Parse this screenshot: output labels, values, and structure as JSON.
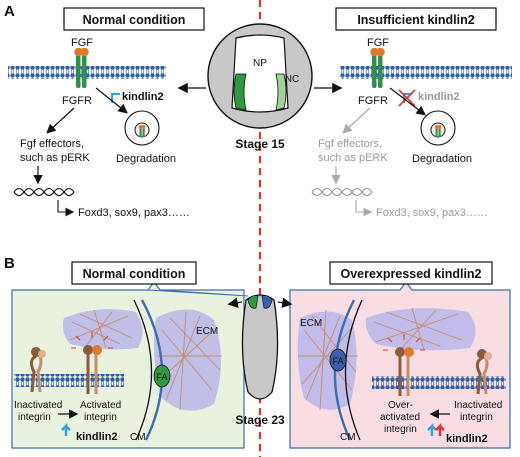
{
  "panelA": {
    "letter": "A",
    "left_title": "Normal condition",
    "right_title": "Insufficient kindlin2",
    "fgf": "FGF",
    "fgfr": "FGFR",
    "kindlin2": "kindlin2",
    "effectors_line1": "Fgf effectors,",
    "effectors_line2": "such as pERK",
    "degradation": "Degradation",
    "genes": "Foxd3, sox9, pax3……",
    "stage": "Stage 15",
    "np": "NP",
    "nc": "NC"
  },
  "panelB": {
    "letter": "B",
    "left_title": "Normal condition",
    "right_title": "Overexpressed kindlin2",
    "ecm": "ECM",
    "fa": "FA",
    "cm": "CM",
    "stage": "Stage 23",
    "inactivated_1": "Inactivated",
    "inactivated_2": "integrin",
    "activated_1": "Activated",
    "activated_2": "integrin",
    "overactivated_1": "Over-",
    "overactivated_2": "activated",
    "overactivated_3": "integrin",
    "kindlin2": "kindlin2"
  },
  "colors": {
    "dashed_line": "#e0332b",
    "membrane": "#3a6fb0",
    "receptor": "#2f8f4e",
    "ligand": "#e07a28",
    "kindlin_blue": "#2fa3e0",
    "kindlin_red": "#e0332b",
    "green_box": "#e9f2df",
    "pink_box": "#f8dde3",
    "purple_cell": "#b7b6ea",
    "ecm_line": "#c98a6a",
    "fa_green": "#2e9a3e",
    "fa_blue": "#3a5fb0"
  }
}
